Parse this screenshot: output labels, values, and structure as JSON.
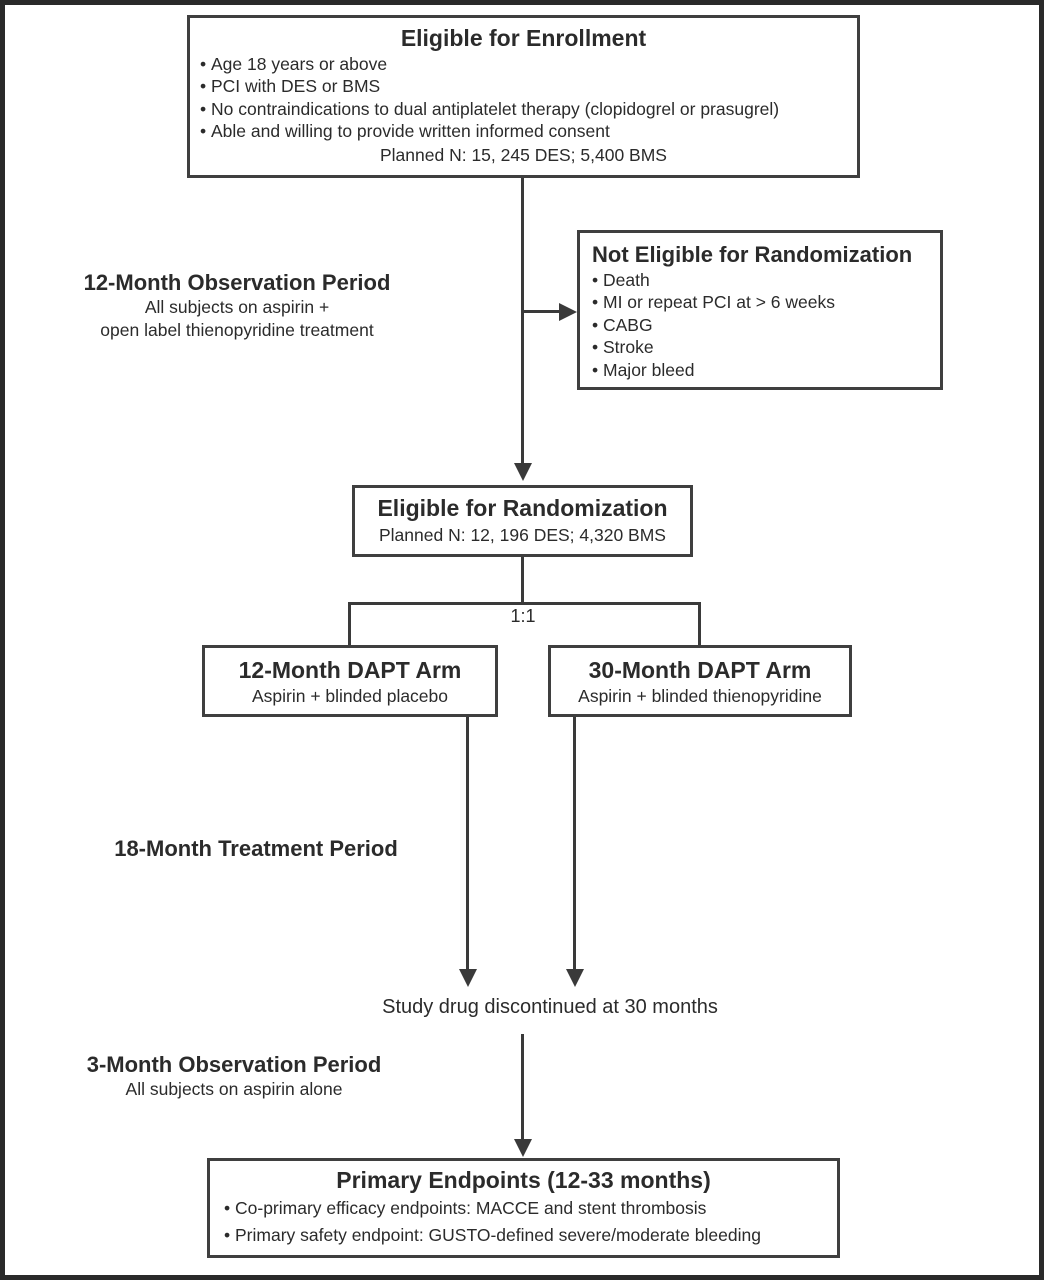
{
  "colors": {
    "bg": "#ffffff",
    "frame": "#2a2a2a",
    "line": "#3a3a3a",
    "border": "#3f3f3f",
    "text": "#2b2b2b"
  },
  "boxes": {
    "enrollment": {
      "title": "Eligible for Enrollment",
      "bullets": [
        "Age 18 years or above",
        "PCI with DES or BMS",
        "No contraindications to dual antiplatelet therapy (clopidogrel or prasugrel)",
        "Able and willing to provide written informed consent"
      ],
      "planned_n": "Planned N: 15, 245 DES; 5,400 BMS"
    },
    "not_eligible": {
      "title": "Not Eligible for Randomization",
      "bullets": [
        "Death",
        "MI or repeat PCI at > 6 weeks",
        "CABG",
        "Stroke",
        "Major bleed"
      ]
    },
    "randomization": {
      "title": "Eligible for Randomization",
      "planned_n": "Planned N: 12, 196 DES; 4,320 BMS"
    },
    "arm_12": {
      "title": "12-Month DAPT Arm",
      "subtitle": "Aspirin + blinded placebo"
    },
    "arm_30": {
      "title": "30-Month DAPT Arm",
      "subtitle": "Aspirin + blinded thienopyridine"
    },
    "endpoints": {
      "title": "Primary Endpoints (12-33 months)",
      "bullets": [
        "Co-primary efficacy endpoints: MACCE and stent thrombosis",
        "Primary safety endpoint: GUSTO-defined severe/moderate bleeding"
      ]
    }
  },
  "labels": {
    "obs12": {
      "title": "12-Month Observation Period",
      "line1": "All subjects on aspirin +",
      "line2": "open label thienopyridine treatment"
    },
    "treatment18": {
      "title": "18-Month Treatment Period"
    },
    "obs3": {
      "title": "3-Month Observation Period",
      "line1": "All subjects on aspirin alone"
    },
    "ratio": "1:1",
    "discontinued": "Study drug discontinued at 30 months"
  }
}
